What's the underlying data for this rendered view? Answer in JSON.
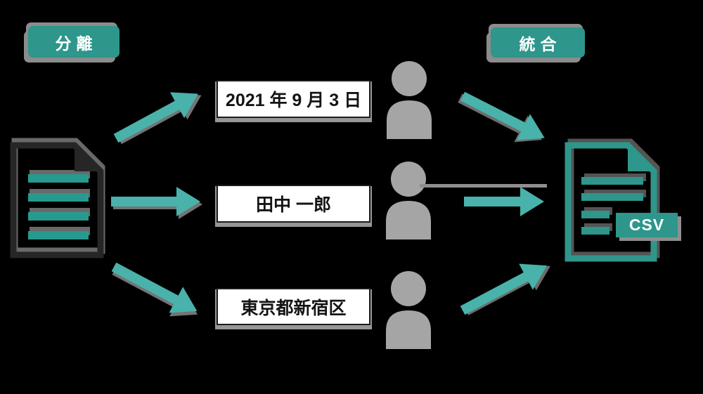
{
  "diagram": {
    "title_context": "document data entry split-and-merge workflow",
    "stage_labels": {
      "left": "分離",
      "right": "統合"
    },
    "source": {
      "icon": "document-icon",
      "description_lines": 4
    },
    "fields": [
      {
        "id": "date",
        "value": "2021 年 9 月 3 日"
      },
      {
        "id": "name",
        "value": "田中 一郎"
      },
      {
        "id": "address",
        "value": "東京都新宿区"
      }
    ],
    "workers": [
      {
        "icon": "person-icon"
      },
      {
        "icon": "person-icon"
      },
      {
        "icon": "person-icon"
      }
    ],
    "output": {
      "icon": "csv-document-icon",
      "file_type_badge": "CSV"
    },
    "colors": {
      "background": "#000000",
      "teal": "#2e968b",
      "arrow_teal": "#49b2ab",
      "doc_line_teal": "#279a8f",
      "source_doc_outline": "#262626",
      "person_gray": "#a5a5a5",
      "shadow_gray": "#8c8c8c",
      "box_background": "#ffffff",
      "box_text": "#141414",
      "badge_text": "#ffffff"
    }
  }
}
